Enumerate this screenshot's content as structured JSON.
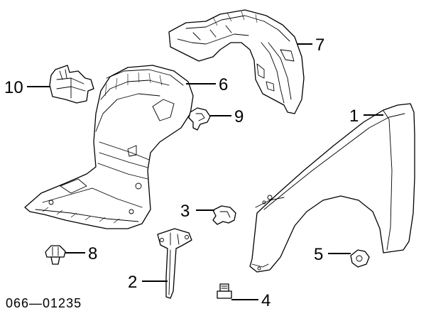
{
  "callouts": {
    "c1": "1",
    "c2": "2",
    "c3": "3",
    "c4": "4",
    "c5": "5",
    "c6": "6",
    "c7": "7",
    "c8": "8",
    "c9": "9",
    "c10": "10"
  },
  "diagram_number": "066—01235",
  "line_color": "#000000",
  "background_color": "#ffffff"
}
